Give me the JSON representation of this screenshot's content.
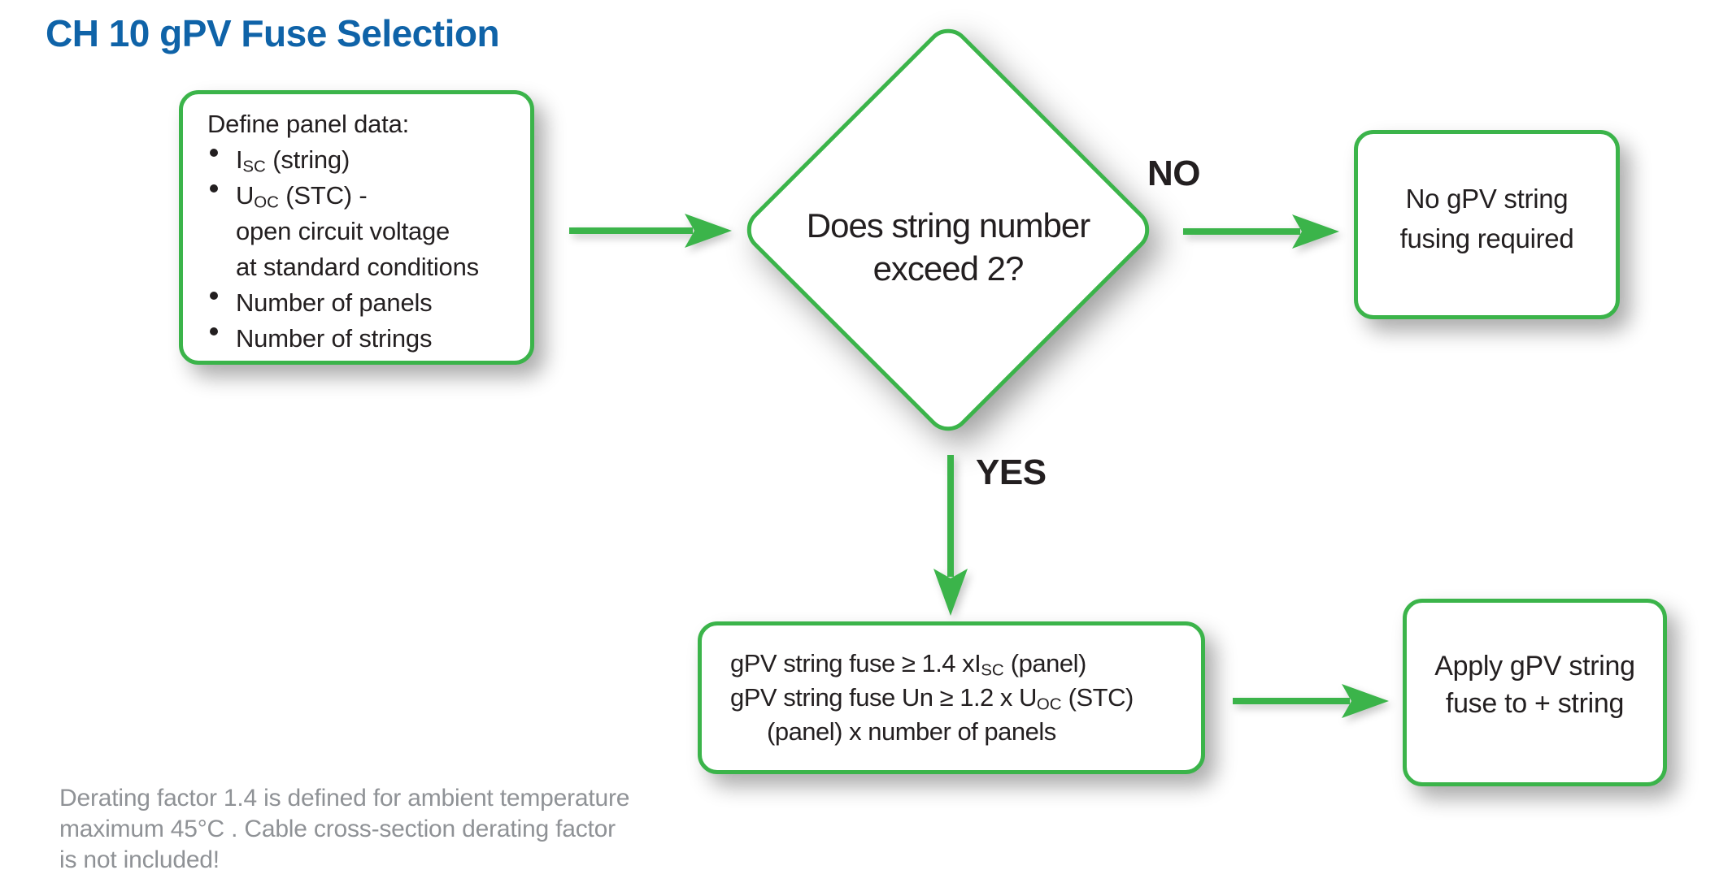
{
  "title": "CH 10 gPV Fuse Selection",
  "colors": {
    "accent_green": "#3bb44a",
    "title_blue": "#0f63a8",
    "text_black": "#231f20",
    "note_gray": "#8f9296"
  },
  "panel_box": {
    "heading": "Define panel data:",
    "bullets": [
      {
        "lines": [
          "I~SC~ (string)"
        ]
      },
      {
        "lines": [
          "U~OC~ (STC) -",
          "open circuit voltage",
          "at standard conditions"
        ]
      },
      {
        "lines": [
          "Number of panels"
        ]
      },
      {
        "lines": [
          "Number of strings"
        ]
      }
    ]
  },
  "decision": {
    "line1": "Does string number",
    "line2": "exceed 2?",
    "no_label": "NO",
    "yes_label": "YES"
  },
  "no_box": {
    "line1": "No gPV string",
    "line2": "fusing required"
  },
  "formula_box": {
    "line1": "gPV string fuse ≥ 1.4 xI~SC~ (panel)",
    "line2": "gPV string fuse Un ≥ 1.2 x U~OC~ (STC)",
    "line3": "(panel) x number of panels"
  },
  "apply_box": {
    "line1": "Apply gPV string",
    "line2": "fuse to + string"
  },
  "footnote": {
    "line1": "Derating factor 1.4 is defined for ambient temperature",
    "line2": "maximum 45°C . Cable cross-section derating factor",
    "line3": "is not included!"
  }
}
